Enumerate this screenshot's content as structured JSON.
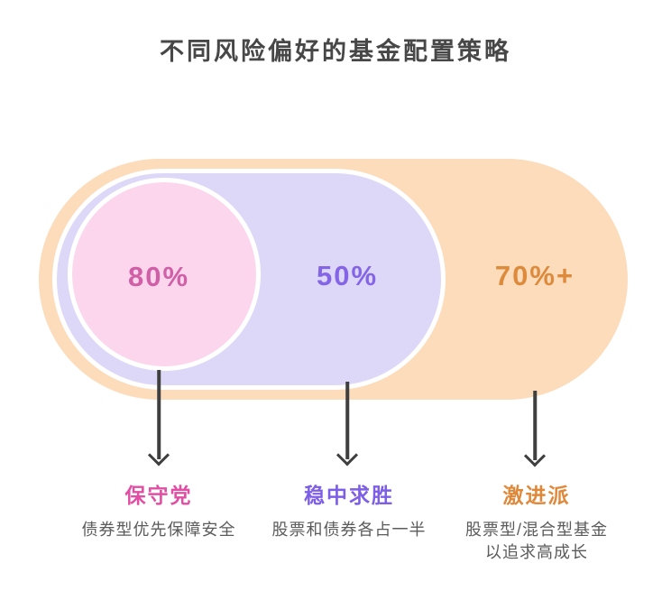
{
  "title": "不同风险偏好的基金配置策略",
  "title_color": "#474747",
  "desc_color": "#5b5b5b",
  "arrow_color": "#3f3f3f",
  "ring_border_color": "#ffffff",
  "segments": [
    {
      "id": "conservative",
      "value": "80%",
      "value_color": "#d05fa8",
      "fill": "#fcd6ec",
      "label": "保守党",
      "label_color": "#e04fa3",
      "desc": "债券型优先保障安全"
    },
    {
      "id": "balanced",
      "value": "50%",
      "value_color": "#8465e8",
      "fill": "#ded8f8",
      "label": "稳中求胜",
      "label_color": "#7d5ee6",
      "desc": "股票和债券各占一半"
    },
    {
      "id": "aggressive",
      "value": "70%+",
      "value_color": "#dd8a3c",
      "fill": "#fcdcba",
      "label": "激进派",
      "label_color": "#e0883a",
      "desc": "股票型/混合型基金",
      "desc_line2": "以追求高成长"
    }
  ]
}
